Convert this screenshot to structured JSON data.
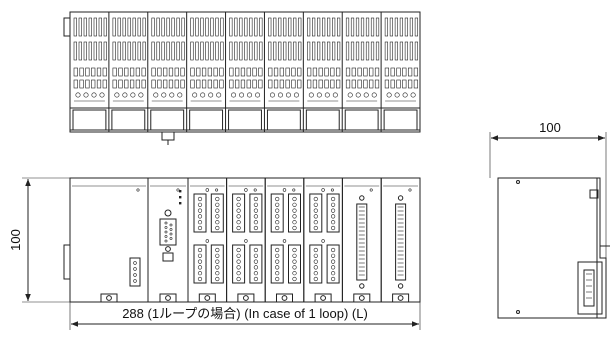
{
  "dimensions": {
    "width_label": "288 (1ループの場合) (In case of 1 loop) (L)",
    "height_label": "100",
    "depth_label": "100"
  },
  "views": {
    "top": {
      "modules": 9
    },
    "front": {
      "modules": [
        {
          "kind": "power"
        },
        {
          "kind": "comm"
        },
        {
          "kind": "terminal"
        },
        {
          "kind": "terminal"
        },
        {
          "kind": "terminal"
        },
        {
          "kind": "terminal"
        },
        {
          "kind": "connector"
        },
        {
          "kind": "connector"
        }
      ]
    },
    "side": {}
  }
}
